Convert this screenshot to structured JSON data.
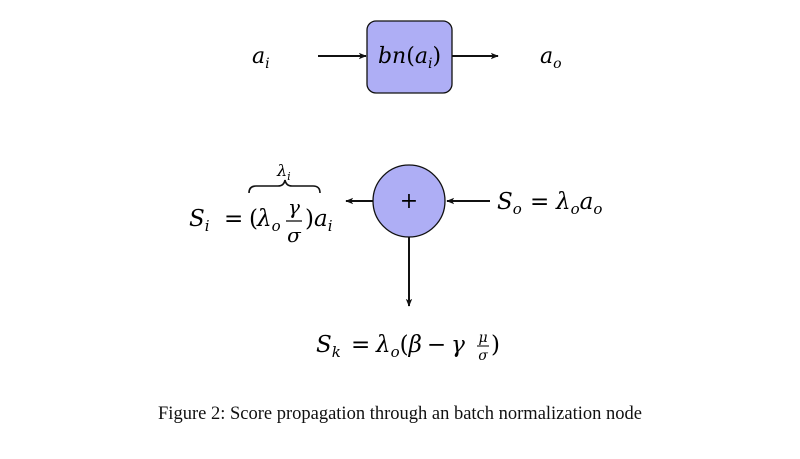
{
  "top": {
    "input_base": "a",
    "input_sub": "i",
    "node_fn": "bn",
    "node_arg_base": "a",
    "node_arg_sub": "i",
    "output_base": "a",
    "output_sub": "o"
  },
  "bottom": {
    "plus": "+",
    "brace_label_base": "λ",
    "brace_label_sub": "i",
    "si": {
      "lhs_base": "S",
      "lhs_sub": "i",
      "eq": "=",
      "lparen": "(",
      "lambda_base": "λ",
      "lambda_sub": "o",
      "frac_num": "γ",
      "frac_den": "σ",
      "rparen": ")",
      "a_base": "a",
      "a_sub": "i"
    },
    "so": {
      "lhs_base": "S",
      "lhs_sub": "o",
      "eq": "=",
      "lambda_base": "λ",
      "lambda_sub": "o",
      "a_base": "a",
      "a_sub": "o"
    },
    "sk": {
      "lhs_base": "S",
      "lhs_sub": "k",
      "eq": "=",
      "lambda_base": "λ",
      "lambda_sub": "o",
      "lparen": "(",
      "beta": "β",
      "minus": "−",
      "gamma": "γ",
      "frac_num": "μ",
      "frac_den": "σ",
      "rparen": ")"
    }
  },
  "caption": "Figure 2: Score propagation through an batch normalization node",
  "colors": {
    "node_fill": "#aeaef5",
    "stroke": "#111111"
  }
}
